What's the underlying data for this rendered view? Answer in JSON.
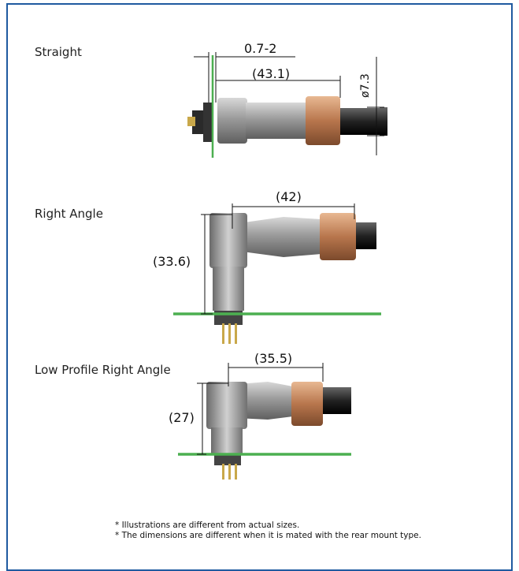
{
  "sections": [
    {
      "title": "Straight",
      "dims": [
        "0.7-2",
        "(43.1)",
        "ø7.3"
      ]
    },
    {
      "title": "Right Angle",
      "dims": [
        "(42)",
        "(33.6)"
      ]
    },
    {
      "title": "Low Profile Right Angle",
      "dims": [
        "(35.5)",
        "(27)"
      ]
    }
  ],
  "notes": [
    "* Illustrations are different from actual sizes.",
    "* The dimensions are different when it is mated with the rear mount type."
  ],
  "colors": {
    "border": "#1f5aa0",
    "panel_line": "#4caf50",
    "coupling_nut": "#c98a5a"
  }
}
